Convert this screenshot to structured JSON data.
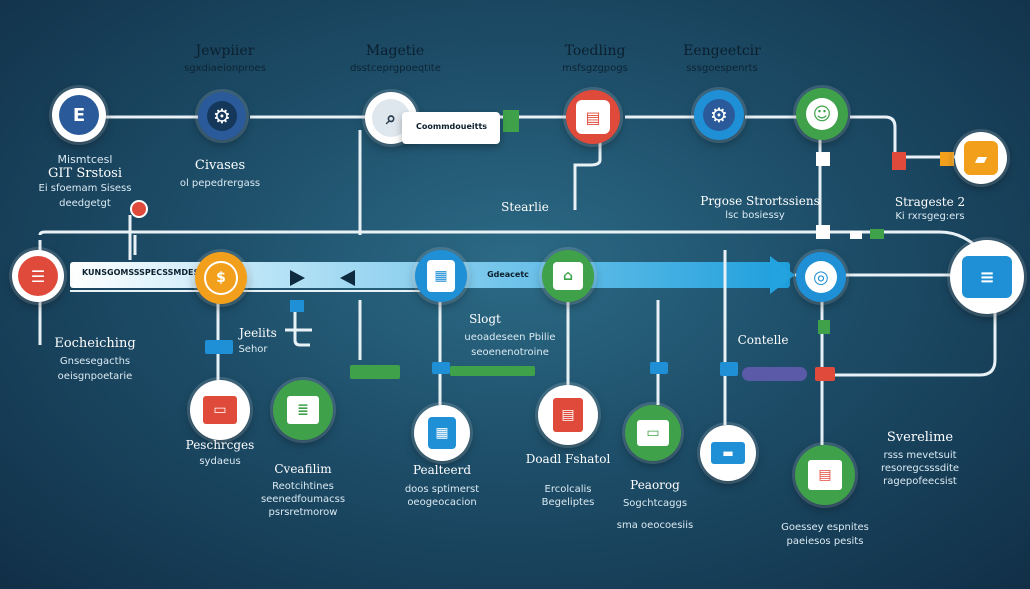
{
  "colors": {
    "bg_center": "#2c6a85",
    "bg_edge": "#112f47",
    "line": "#e8f1f6",
    "bar": "#23a4e0",
    "red": "#e04a3a",
    "orange": "#f2a01c",
    "green": "#3fa24a",
    "blue": "#1f8fd6",
    "navy": "#2a5a9a",
    "purple": "#5b5aa8"
  },
  "top_row": [
    {
      "title": "Jewpiier",
      "subtitle": "sgxdiaeionproes",
      "icon": "document-e-icon"
    },
    {
      "title": "Magetie",
      "subtitle": "dsstceprgpoeqtite",
      "icon": "gear-icon"
    },
    {
      "title": "Toedling",
      "subtitle": "msfsgzgpogs",
      "icon": "database-icon"
    },
    {
      "title": "Eengeetcir",
      "subtitle": "sssgoespenrts",
      "icon": "gear-icon"
    }
  ],
  "left_block": {
    "lines": [
      "Mismtcesl",
      "GIT Srstosi",
      "Ei sfoemam Sisess",
      "deedgetgt"
    ]
  },
  "chivasse": {
    "title": "Civases",
    "subtitle": "ol pepedrergass"
  },
  "search_card": {
    "text": "Coommdoueitts"
  },
  "stearle": {
    "title": "Stearlie"
  },
  "pregse": {
    "title": "Prgose Strortssiens",
    "subtitle": "lsc bosiessy"
  },
  "strageste": {
    "title": "Strageste 2",
    "subtitle": "Ki rxrsgeg:ers"
  },
  "main_bar": {
    "text": "KUNSGOMSSSPECSSMDESSTICEN",
    "segment_text": "Gdeacetc"
  },
  "bottom_left": {
    "title": "Eocheiching",
    "lines": [
      "Gnsesegacths",
      "oeisgnpoetarie"
    ]
  },
  "jeelits": {
    "title": "Jeelits",
    "subtitle": "Sehor"
  },
  "slogt": {
    "title": "Slogt",
    "lines": [
      "ueoadeseen Pbilie",
      "seoenenotroine"
    ]
  },
  "contelle": {
    "title": "Contelle"
  },
  "bottom_nodes": [
    {
      "title": "Peschrcges",
      "subtitle": "sydaeus"
    },
    {
      "title": "Cveafilim",
      "lines": [
        "Reotcihtines",
        "seenedfoumacss",
        "psrsretmorow"
      ]
    },
    {
      "title": "Pealteerd",
      "lines": [
        "doos sptimerst",
        "oeogeocacion"
      ]
    },
    {
      "title": "Doadl Fshatol",
      "lines": [
        "Ercolcalis",
        "Begeliptes"
      ]
    },
    {
      "title": "Peaorog",
      "lines": [
        "Sogchtcaggs",
        "sma oeocoesiis"
      ]
    },
    {
      "title": "",
      "lines": [
        "Goessey espnites",
        "paeiesos pesits"
      ]
    }
  ],
  "sverelime": {
    "title": "Sverelime",
    "lines": [
      "rsss mevetsuit",
      "resoregcsssdite",
      "ragepofeecsist"
    ]
  }
}
